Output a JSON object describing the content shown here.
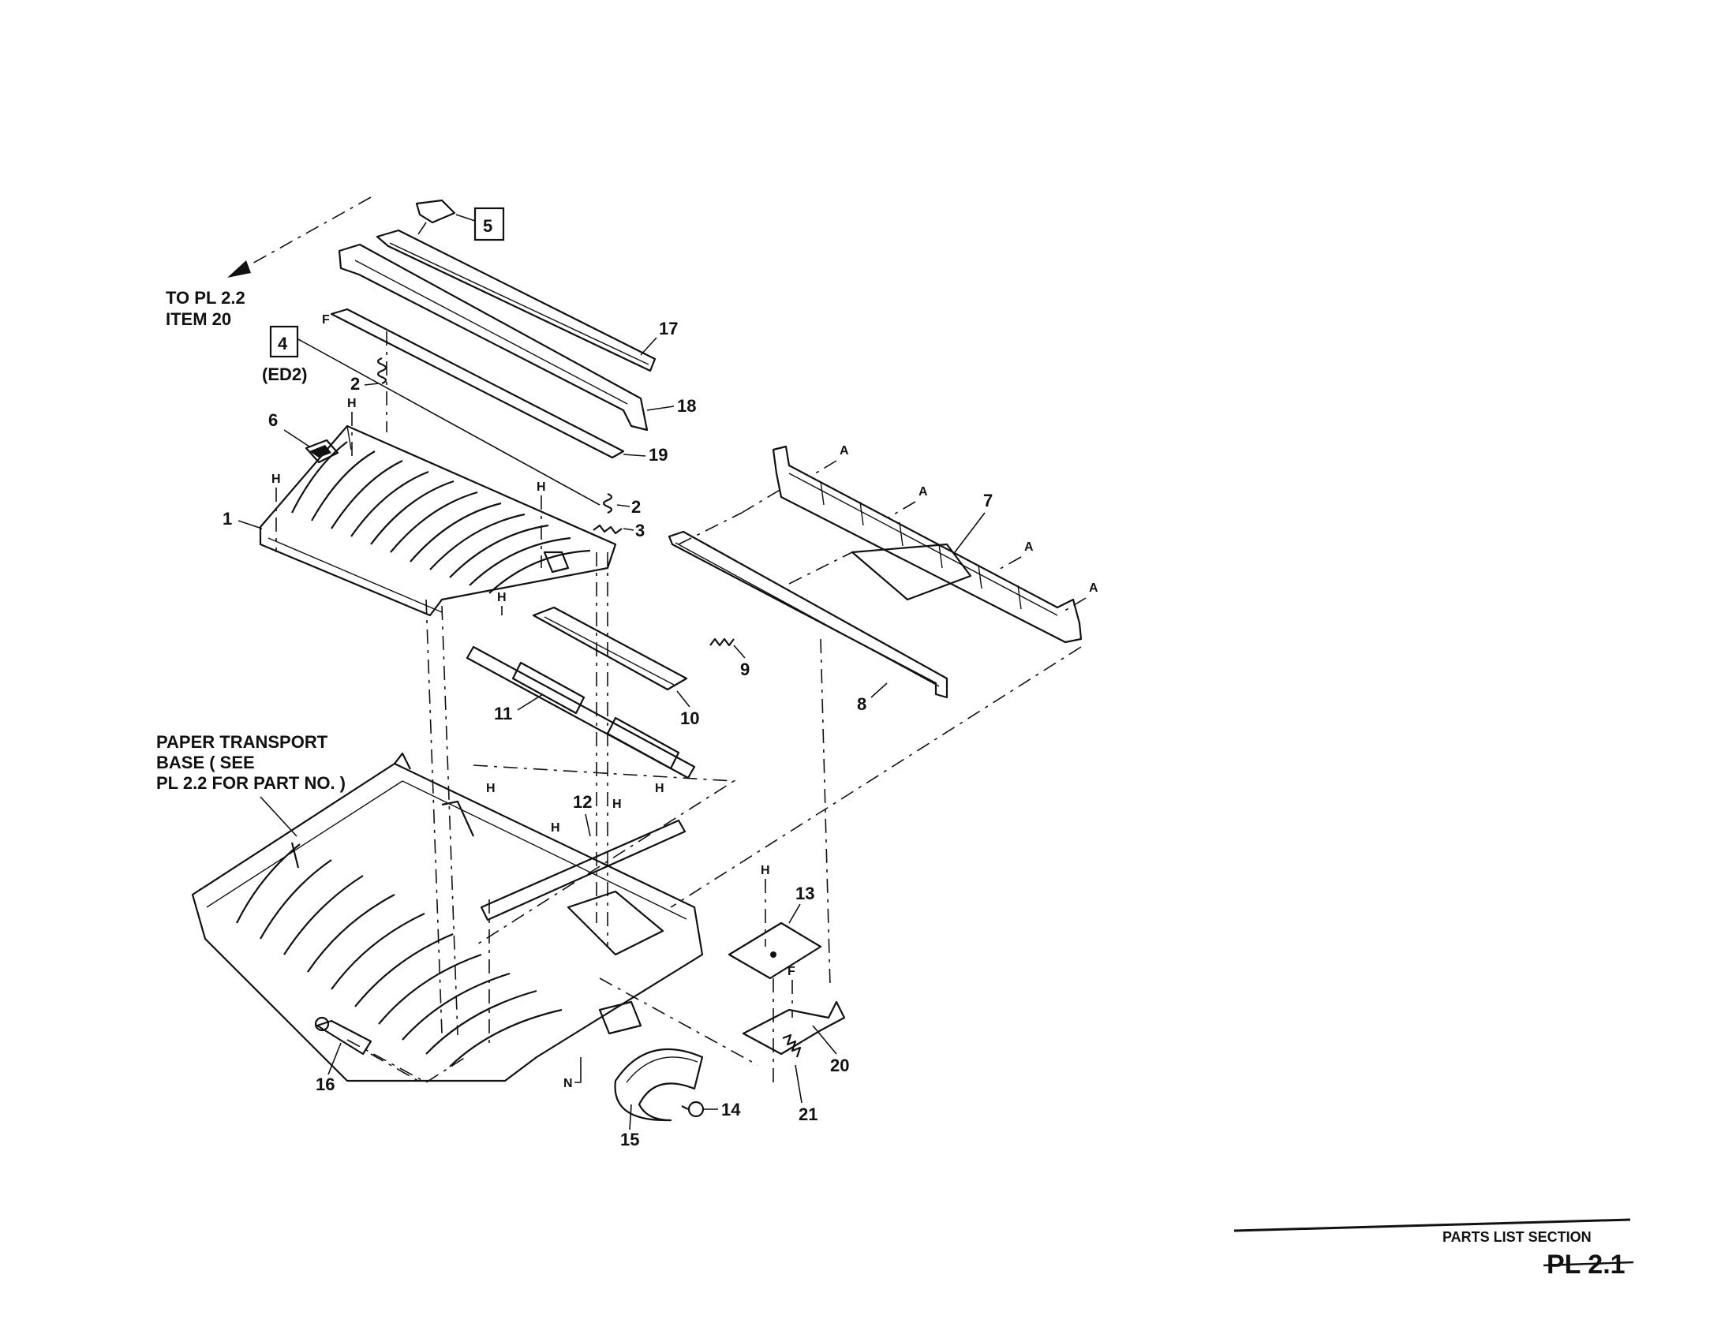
{
  "diagram": {
    "note_to": [
      "TO PL 2.2",
      "ITEM 20"
    ],
    "note_base": [
      "PAPER TRANSPORT",
      "BASE ( SEE",
      "PL 2.2 FOR PART NO. )"
    ],
    "boxed_5": "5",
    "boxed_4": "4",
    "ed2": "(ED2)",
    "callouts": {
      "c1": "1",
      "c2a": "2",
      "c2b": "2",
      "c3": "3",
      "c6": "6",
      "c7": "7",
      "c8": "8",
      "c9": "9",
      "c10": "10",
      "c11": "11",
      "c12": "12",
      "c13": "13",
      "c14": "14",
      "c15": "15",
      "c16": "16",
      "c17": "17",
      "c18": "18",
      "c19": "19",
      "c20": "20",
      "c21": "21"
    },
    "letters": {
      "F": "F",
      "H": "H",
      "A": "A",
      "N": "N"
    }
  },
  "footer": {
    "section": "PARTS LIST SECTION",
    "plate": "PL 2.1"
  }
}
